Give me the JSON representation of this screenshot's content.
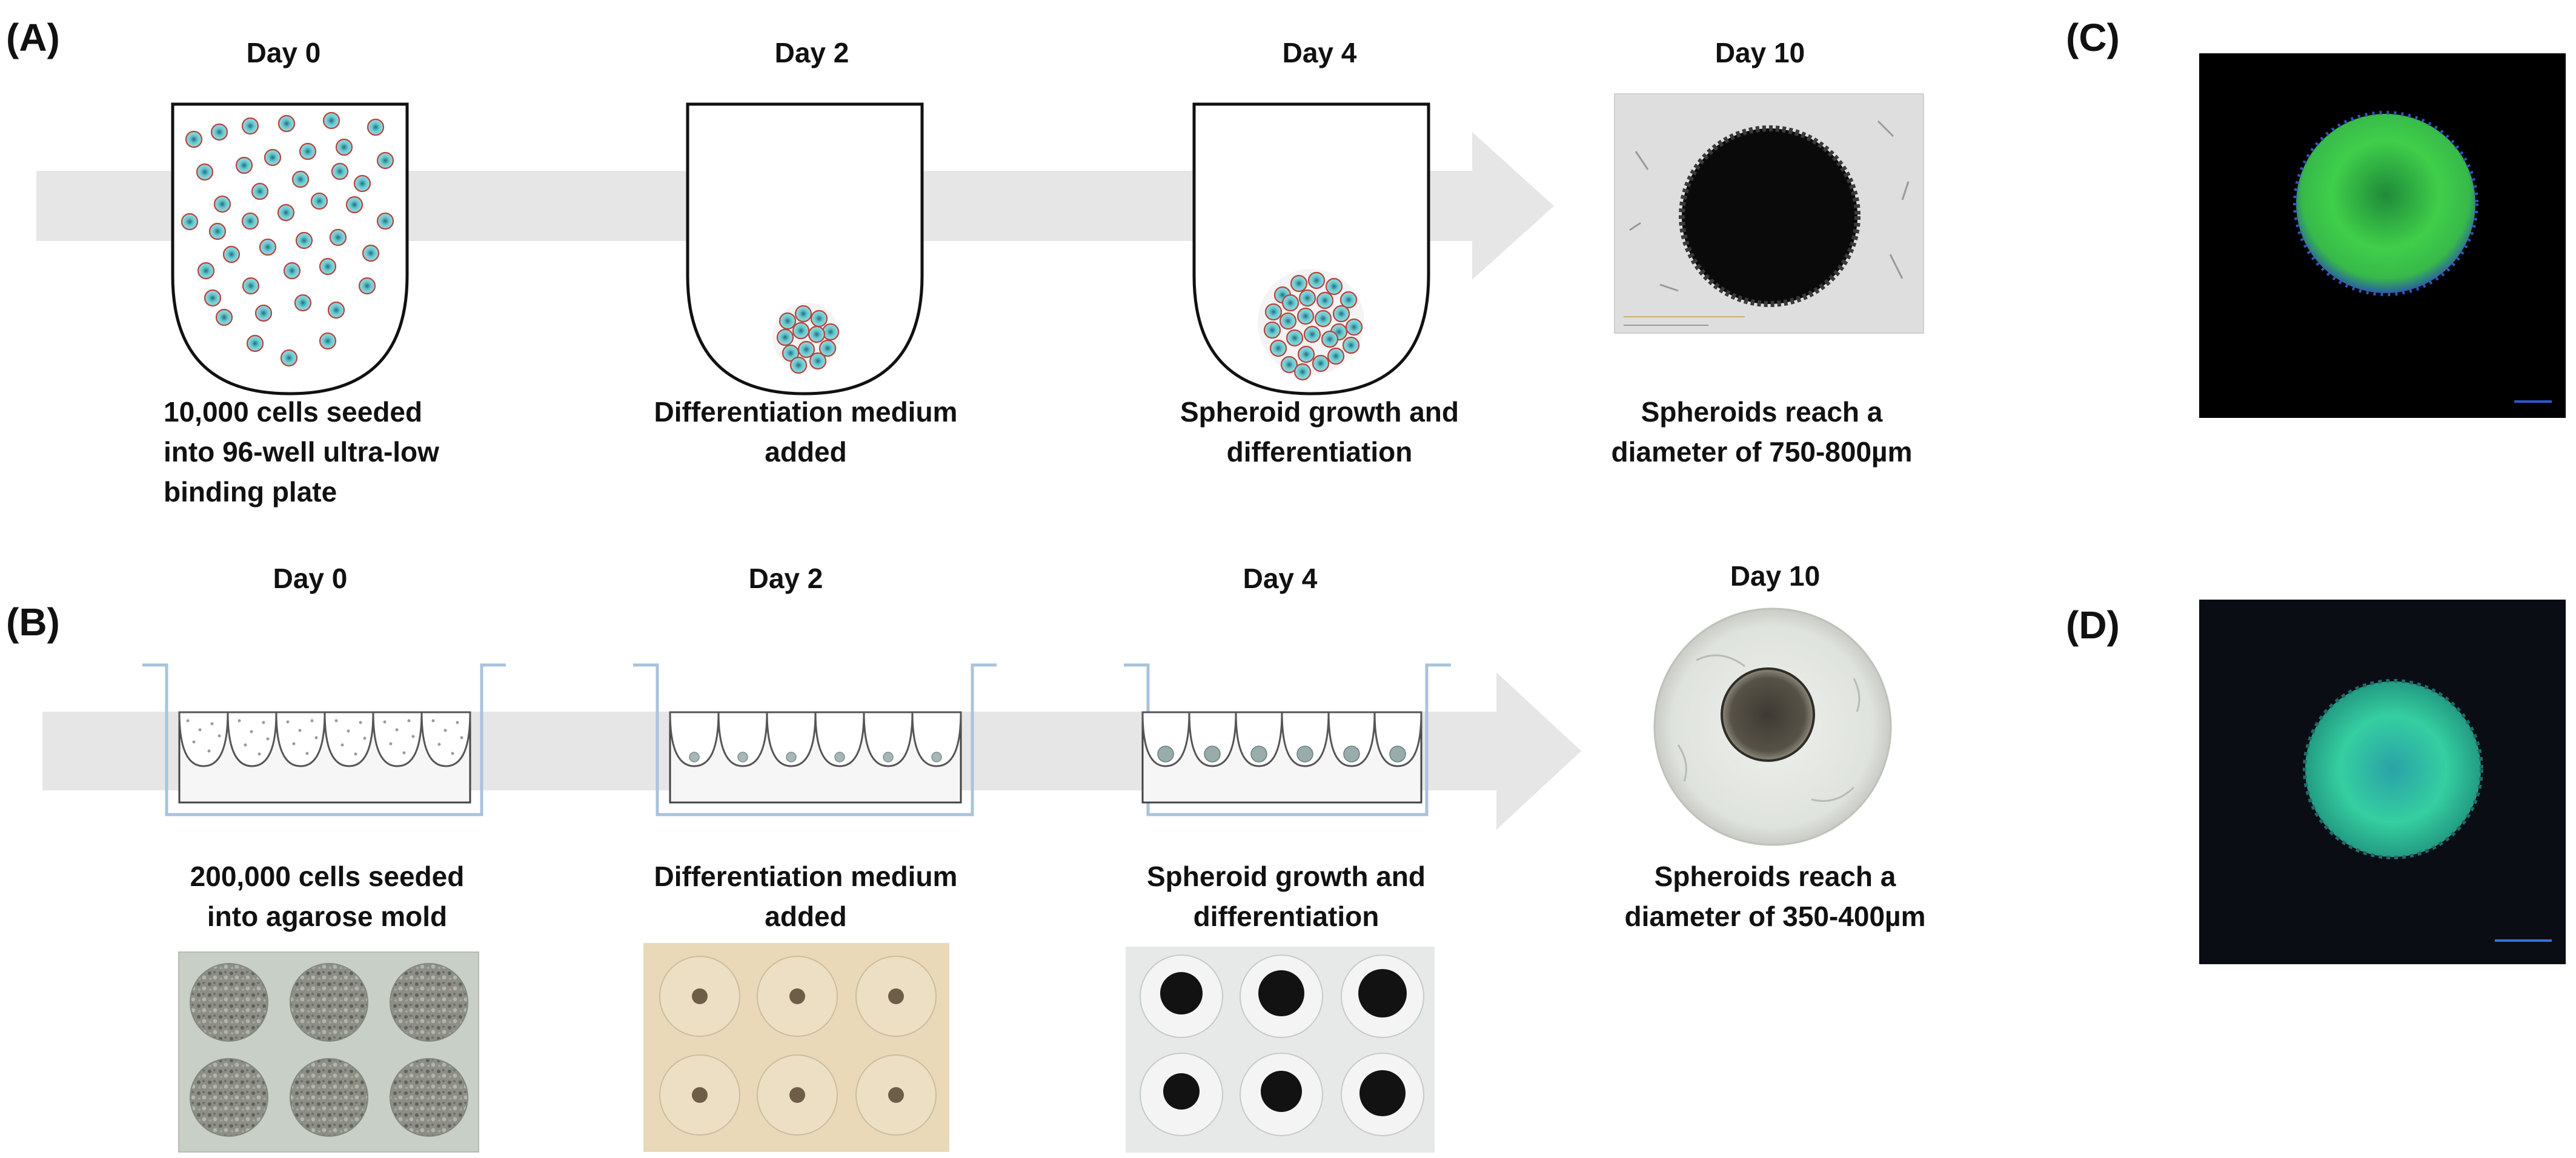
{
  "panels": {
    "A": "(A)",
    "B": "(B)",
    "C": "(C)",
    "D": "(D)"
  },
  "row_a": {
    "days": [
      "Day 0",
      "Day 2",
      "Day 4",
      "Day 10"
    ],
    "captions": [
      [
        "10,000 cells seeded",
        "into 96-well ultra-low",
        "binding plate"
      ],
      [
        "Differentiation medium",
        "added"
      ],
      [
        "Spheroid growth and",
        "differentiation"
      ],
      [
        "Spheroids reach a",
        "diameter of 750-800µm"
      ]
    ]
  },
  "row_b": {
    "days": [
      "Day 0",
      "Day 2",
      "Day 4",
      "Day 10"
    ],
    "captions": [
      [
        "200,000 cells seeded",
        "into agarose mold"
      ],
      [
        "Differentiation medium",
        "added"
      ],
      [
        "Spheroid growth and",
        "differentiation"
      ],
      [
        "Spheroids reach a",
        "diameter of 350-400µm"
      ]
    ]
  },
  "colors": {
    "arrow": "#e6e6e6",
    "well_outline": "#111111",
    "mold_frame": "#a9c3dc",
    "cell_fill": "#58b9c4",
    "cell_ring": "#b5453c",
    "fluor_green": "#3fcf4a",
    "fluor_cyan": "#2fd6a6"
  }
}
